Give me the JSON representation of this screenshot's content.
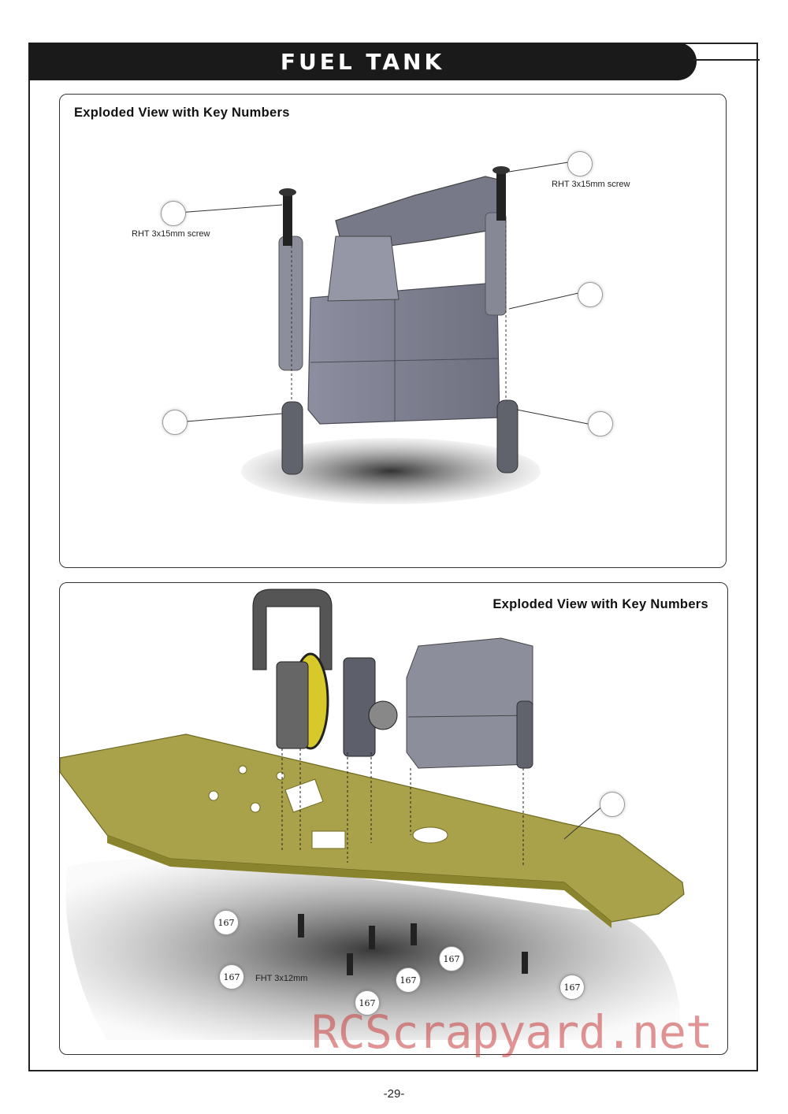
{
  "header": {
    "title": "FUEL TANK"
  },
  "panels": {
    "top": {
      "title": "Exploded View with Key Numbers",
      "labels": {
        "screw_left": "RHT 3x15mm screw",
        "screw_right": "RHT 3x15mm screw"
      }
    },
    "bottom": {
      "title": "Exploded View with Key Numbers",
      "labels": {
        "screw": "FHT 3x12mm"
      },
      "callouts": [
        "167",
        "167",
        "167",
        "167",
        "167",
        "167"
      ]
    }
  },
  "footer": {
    "page_number": "-29-"
  },
  "watermark": {
    "text": "RCScrapyard.net"
  }
}
